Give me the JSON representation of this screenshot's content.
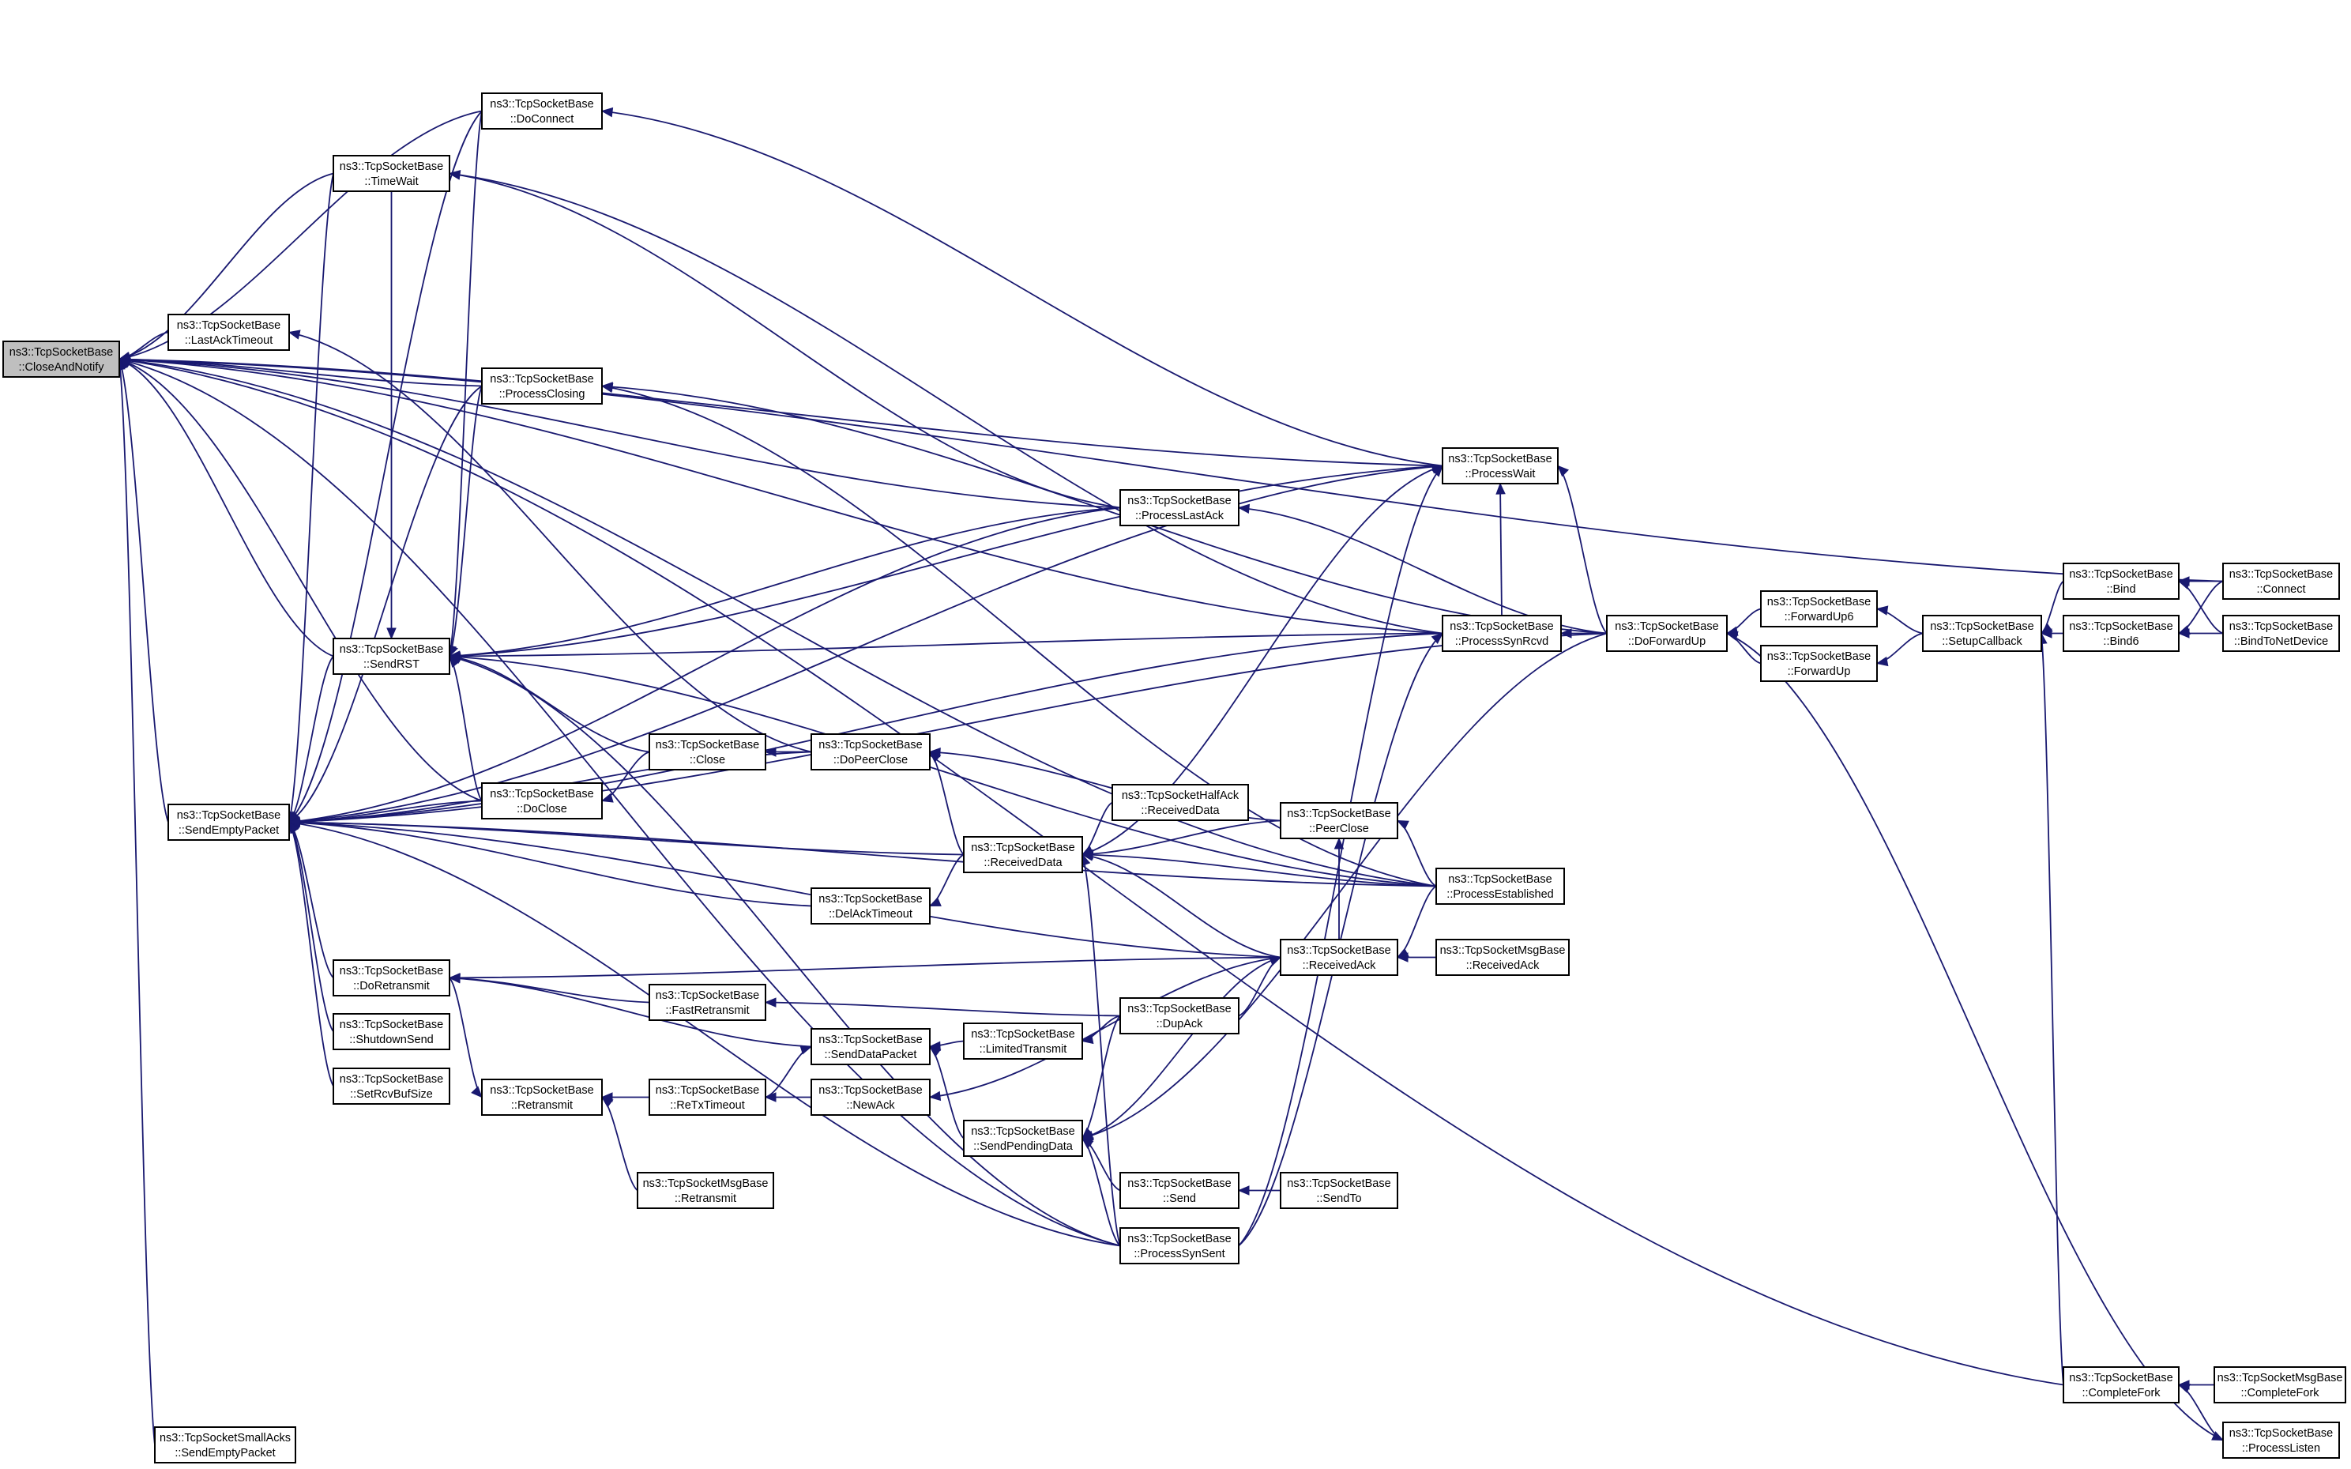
{
  "diagram": {
    "type": "call-graph",
    "edge_color": "#191970",
    "focus_fill": "#bfbfbf",
    "nodes": [
      {
        "id": "closeandnotify",
        "line1": "ns3::TcpSocketBase",
        "line2": "::CloseAndNotify",
        "focus": true
      },
      {
        "id": "doconnect",
        "line1": "ns3::TcpSocketBase",
        "line2": "::DoConnect"
      },
      {
        "id": "timewait",
        "line1": "ns3::TcpSocketBase",
        "line2": "::TimeWait"
      },
      {
        "id": "lastacktimeout",
        "line1": "ns3::TcpSocketBase",
        "line2": "::LastAckTimeout"
      },
      {
        "id": "processclosing",
        "line1": "ns3::TcpSocketBase",
        "line2": "::ProcessClosing"
      },
      {
        "id": "processwait",
        "line1": "ns3::TcpSocketBase",
        "line2": "::ProcessWait"
      },
      {
        "id": "processlastack",
        "line1": "ns3::TcpSocketBase",
        "line2": "::ProcessLastAck"
      },
      {
        "id": "sendrst",
        "line1": "ns3::TcpSocketBase",
        "line2": "::SendRST"
      },
      {
        "id": "processsynrcvd",
        "line1": "ns3::TcpSocketBase",
        "line2": "::ProcessSynRcvd"
      },
      {
        "id": "doforwardup",
        "line1": "ns3::TcpSocketBase",
        "line2": "::DoForwardUp"
      },
      {
        "id": "forwardup6",
        "line1": "ns3::TcpSocketBase",
        "line2": "::ForwardUp6"
      },
      {
        "id": "forwardup",
        "line1": "ns3::TcpSocketBase",
        "line2": "::ForwardUp"
      },
      {
        "id": "setupcallback",
        "line1": "ns3::TcpSocketBase",
        "line2": "::SetupCallback"
      },
      {
        "id": "bind",
        "line1": "ns3::TcpSocketBase",
        "line2": "::Bind"
      },
      {
        "id": "bind6",
        "line1": "ns3::TcpSocketBase",
        "line2": "::Bind6"
      },
      {
        "id": "connect",
        "line1": "ns3::TcpSocketBase",
        "line2": "::Connect"
      },
      {
        "id": "bindtonetdevice",
        "line1": "ns3::TcpSocketBase",
        "line2": "::BindToNetDevice"
      },
      {
        "id": "close",
        "line1": "ns3::TcpSocketBase",
        "line2": "::Close"
      },
      {
        "id": "dopeerclose",
        "line1": "ns3::TcpSocketBase",
        "line2": "::DoPeerClose"
      },
      {
        "id": "doclose",
        "line1": "ns3::TcpSocketBase",
        "line2": "::DoClose"
      },
      {
        "id": "sendemptypacket",
        "line1": "ns3::TcpSocketBase",
        "line2": "::SendEmptyPacket"
      },
      {
        "id": "halfack",
        "line1": "ns3::TcpSocketHalfAck",
        "line2": "::ReceivedData"
      },
      {
        "id": "peerclose",
        "line1": "ns3::TcpSocketBase",
        "line2": "::PeerClose"
      },
      {
        "id": "receiveddata",
        "line1": "ns3::TcpSocketBase",
        "line2": "::ReceivedData"
      },
      {
        "id": "processestablished",
        "line1": "ns3::TcpSocketBase",
        "line2": "::ProcessEstablished"
      },
      {
        "id": "delacktimeout",
        "line1": "ns3::TcpSocketBase",
        "line2": "::DelAckTimeout"
      },
      {
        "id": "doretransmit",
        "line1": "ns3::TcpSocketBase",
        "line2": "::DoRetransmit"
      },
      {
        "id": "receivedack",
        "line1": "ns3::TcpSocketBase",
        "line2": "::ReceivedAck"
      },
      {
        "id": "msgreceivedack",
        "line1": "ns3::TcpSocketMsgBase",
        "line2": "::ReceivedAck"
      },
      {
        "id": "fastretransmit",
        "line1": "ns3::TcpSocketBase",
        "line2": "::FastRetransmit"
      },
      {
        "id": "dupack",
        "line1": "ns3::TcpSocketBase",
        "line2": "::DupAck"
      },
      {
        "id": "shutdownsend",
        "line1": "ns3::TcpSocketBase",
        "line2": "::ShutdownSend"
      },
      {
        "id": "senddatapacket",
        "line1": "ns3::TcpSocketBase",
        "line2": "::SendDataPacket"
      },
      {
        "id": "limitedtransmit",
        "line1": "ns3::TcpSocketBase",
        "line2": "::LimitedTransmit"
      },
      {
        "id": "setrcvbufsize",
        "line1": "ns3::TcpSocketBase",
        "line2": "::SetRcvBufSize"
      },
      {
        "id": "retransmit",
        "line1": "ns3::TcpSocketBase",
        "line2": "::Retransmit"
      },
      {
        "id": "retxtimeout",
        "line1": "ns3::TcpSocketBase",
        "line2": "::ReTxTimeout"
      },
      {
        "id": "newack",
        "line1": "ns3::TcpSocketBase",
        "line2": "::NewAck"
      },
      {
        "id": "sendpendingdata",
        "line1": "ns3::TcpSocketBase",
        "line2": "::SendPendingData"
      },
      {
        "id": "send",
        "line1": "ns3::TcpSocketBase",
        "line2": "::Send"
      },
      {
        "id": "sendto",
        "line1": "ns3::TcpSocketBase",
        "line2": "::SendTo"
      },
      {
        "id": "msgretransmit",
        "line1": "ns3::TcpSocketMsgBase",
        "line2": "::Retransmit"
      },
      {
        "id": "processsynsent",
        "line1": "ns3::TcpSocketBase",
        "line2": "::ProcessSynSent"
      },
      {
        "id": "completefork",
        "line1": "ns3::TcpSocketBase",
        "line2": "::CompleteFork"
      },
      {
        "id": "msgcompletefork",
        "line1": "ns3::TcpSocketMsgBase",
        "line2": "::CompleteFork"
      },
      {
        "id": "processlisten",
        "line1": "ns3::TcpSocketBase",
        "line2": "::ProcessListen"
      },
      {
        "id": "smallacks",
        "line1": "ns3::TcpSocketSmallAcks",
        "line2": "::SendEmptyPacket"
      }
    ],
    "edges": [
      [
        "doconnect",
        "closeandnotify"
      ],
      [
        "timewait",
        "closeandnotify"
      ],
      [
        "lastacktimeout",
        "closeandnotify"
      ],
      [
        "processclosing",
        "closeandnotify"
      ],
      [
        "processwait",
        "closeandnotify"
      ],
      [
        "processlastack",
        "closeandnotify"
      ],
      [
        "processsynrcvd",
        "closeandnotify"
      ],
      [
        "doclose",
        "closeandnotify"
      ],
      [
        "sendemptypacket",
        "closeandnotify"
      ],
      [
        "connect",
        "closeandnotify"
      ],
      [
        "completefork",
        "closeandnotify"
      ],
      [
        "smallacks",
        "closeandnotify"
      ],
      [
        "processsynsent",
        "closeandnotify"
      ],
      [
        "processestablished",
        "closeandnotify"
      ],
      [
        "sendrst",
        "closeandnotify"
      ],
      [
        "processwait",
        "doconnect"
      ],
      [
        "processlastack",
        "timewait"
      ],
      [
        "processsynrcvd",
        "timewait"
      ],
      [
        "dopeerclose",
        "lastacktimeout"
      ],
      [
        "doforwardup",
        "processclosing"
      ],
      [
        "processestablished",
        "processclosing"
      ],
      [
        "doforwardup",
        "processwait"
      ],
      [
        "receiveddata",
        "processwait"
      ],
      [
        "processsynrcvd",
        "processwait"
      ],
      [
        "doforwardup",
        "processlastack"
      ],
      [
        "doforwardup",
        "processsynrcvd"
      ],
      [
        "forwardup6",
        "doforwardup"
      ],
      [
        "forwardup",
        "doforwardup"
      ],
      [
        "setupcallback",
        "forwardup6"
      ],
      [
        "setupcallback",
        "forwardup"
      ],
      [
        "bind",
        "setupcallback"
      ],
      [
        "bind6",
        "setupcallback"
      ],
      [
        "completefork",
        "setupcallback"
      ],
      [
        "connect",
        "bind"
      ],
      [
        "bindtonetdevice",
        "bind"
      ],
      [
        "connect",
        "bind6"
      ],
      [
        "bindtonetdevice",
        "bind6"
      ],
      [
        "msgcompletefork",
        "completefork"
      ],
      [
        "processlisten",
        "completefork"
      ],
      [
        "doforwardup",
        "processlisten"
      ],
      [
        "processlastack",
        "sendrst"
      ],
      [
        "processsynrcvd",
        "sendrst"
      ],
      [
        "processwait",
        "sendrst"
      ],
      [
        "processclosing",
        "sendrst"
      ],
      [
        "doconnect",
        "sendrst"
      ],
      [
        "processestablished",
        "sendrst"
      ],
      [
        "close",
        "sendrst"
      ],
      [
        "doclose",
        "sendrst"
      ],
      [
        "timewait",
        "sendrst"
      ],
      [
        "processsynsent",
        "sendrst"
      ],
      [
        "dopeerclose",
        "close"
      ],
      [
        "close",
        "doclose"
      ],
      [
        "peerclose",
        "dopeerclose"
      ],
      [
        "receiveddata",
        "dopeerclose"
      ],
      [
        "doclose",
        "sendemptypacket"
      ],
      [
        "dopeerclose",
        "sendemptypacket"
      ],
      [
        "receiveddata",
        "sendemptypacket"
      ],
      [
        "delacktimeout",
        "sendemptypacket"
      ],
      [
        "shutdownsend",
        "sendemptypacket"
      ],
      [
        "setrcvbufsize",
        "sendemptypacket"
      ],
      [
        "doretransmit",
        "sendemptypacket"
      ],
      [
        "sendrst",
        "sendemptypacket"
      ],
      [
        "processsynsent",
        "sendemptypacket"
      ],
      [
        "receivedack",
        "sendemptypacket"
      ],
      [
        "processclosing",
        "sendemptypacket"
      ],
      [
        "timewait",
        "sendemptypacket"
      ],
      [
        "doconnect",
        "sendemptypacket"
      ],
      [
        "processwait",
        "sendemptypacket"
      ],
      [
        "processlastack",
        "sendemptypacket"
      ],
      [
        "processsynrcvd",
        "sendemptypacket"
      ],
      [
        "processestablished",
        "sendemptypacket"
      ],
      [
        "doforwardup",
        "sendemptypacket"
      ],
      [
        "halfack",
        "receiveddata"
      ],
      [
        "peerclose",
        "receiveddata"
      ],
      [
        "processestablished",
        "receiveddata"
      ],
      [
        "receivedack",
        "receiveddata"
      ],
      [
        "processestablished",
        "peerclose"
      ],
      [
        "receivedack",
        "peerclose"
      ],
      [
        "receiveddata",
        "delacktimeout"
      ],
      [
        "receivedack",
        "doretransmit"
      ],
      [
        "fastretransmit",
        "doretransmit"
      ],
      [
        "senddatapacket",
        "doretransmit"
      ],
      [
        "msgreceivedack",
        "receivedack"
      ],
      [
        "processestablished",
        "receivedack"
      ],
      [
        "dupack",
        "receivedack"
      ],
      [
        "dupack",
        "fastretransmit"
      ],
      [
        "limitedtransmit",
        "senddatapacket"
      ],
      [
        "retxtimeout",
        "senddatapacket"
      ],
      [
        "sendpendingdata",
        "senddatapacket"
      ],
      [
        "dupack",
        "limitedtransmit"
      ],
      [
        "retxtimeout",
        "retransmit"
      ],
      [
        "msgretransmit",
        "retransmit"
      ],
      [
        "newack",
        "retxtimeout"
      ],
      [
        "receivedack",
        "newack"
      ],
      [
        "send",
        "sendpendingdata"
      ],
      [
        "dupack",
        "sendpendingdata"
      ],
      [
        "receivedack",
        "sendpendingdata"
      ],
      [
        "doforwardup",
        "sendpendingdata"
      ],
      [
        "processsynsent",
        "sendpendingdata"
      ],
      [
        "sendto",
        "send"
      ],
      [
        "doretransmit",
        "retransmit"
      ],
      [
        "processsynsent",
        "processwait"
      ],
      [
        "processsynsent",
        "receiveddata"
      ],
      [
        "processsynsent",
        "processsynrcvd"
      ]
    ]
  }
}
